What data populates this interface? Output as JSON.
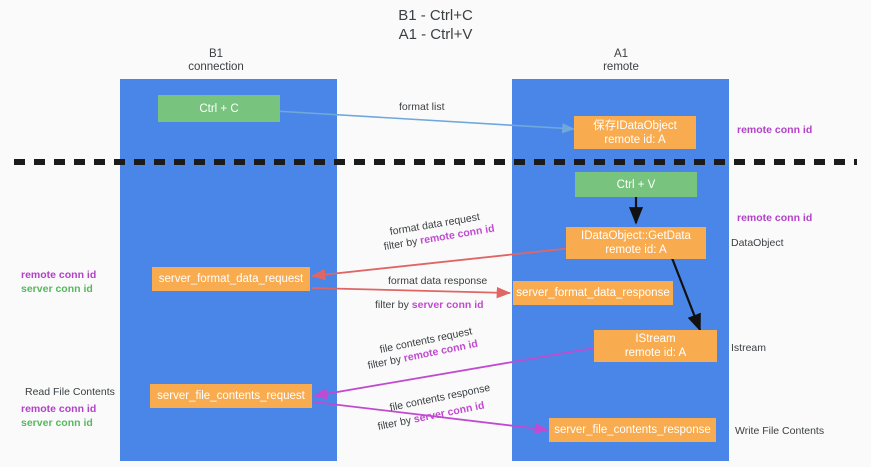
{
  "diagram": {
    "title": "B1 - Ctrl+C\nA1 - Ctrl+V",
    "colors": {
      "lane": "#4a86e8",
      "box_orange": "#f9ab50",
      "box_green": "#78c47e",
      "arrow_blue": "#6fa8dc",
      "arrow_red": "#e06666",
      "arrow_magenta": "#c14bd0",
      "arrow_black": "#000000",
      "text_purple": "#b341c8",
      "text_green": "#57b85f",
      "background": "#fafafa"
    },
    "lanes": [
      {
        "id": "b1",
        "header": "B1\nconnection"
      },
      {
        "id": "a1",
        "header": "A1\nremote"
      }
    ],
    "nodes": [
      {
        "id": "ctrl-c",
        "line1": "Ctrl + C",
        "line2": "",
        "style": "green"
      },
      {
        "id": "save-idataobject",
        "line1": "保存IDataObject",
        "line2": "remote id: A",
        "style": "orange"
      },
      {
        "id": "ctrl-v",
        "line1": "Ctrl + V",
        "line2": "",
        "style": "green"
      },
      {
        "id": "idataobject-getdata",
        "line1": "IDataObject::GetData",
        "line2": "remote id: A",
        "style": "orange"
      },
      {
        "id": "server-format-data-request",
        "line1": "server_format_data_request",
        "line2": "",
        "style": "orange"
      },
      {
        "id": "server-format-data-response",
        "line1": "server_format_data_response",
        "line2": "",
        "style": "orange"
      },
      {
        "id": "istream",
        "line1": "IStream",
        "line2": "remote id: A",
        "style": "orange"
      },
      {
        "id": "server-file-contents-request",
        "line1": "server_file_contents_request",
        "line2": "",
        "style": "orange"
      },
      {
        "id": "server-file-contents-response",
        "line1": "server_file_contents_response",
        "line2": "",
        "style": "orange"
      }
    ],
    "edge_labels": {
      "format_list": "format list",
      "format_data_request": "format data request",
      "format_data_request_filter_prefix": "filter by ",
      "format_data_request_filter_key": "remote conn id",
      "format_data_response": "format data response",
      "format_data_response_filter_prefix": "filter by ",
      "format_data_response_filter_key": "server conn id",
      "file_contents_request": "file contents request",
      "file_contents_request_filter_prefix": "filter by ",
      "file_contents_request_filter_key": "remote conn id",
      "file_contents_response": "file contents response",
      "file_contents_response_filter_prefix": "filter by ",
      "file_contents_response_filter_key": "server conn id"
    },
    "annotations": {
      "right_top_remote_conn_id": "remote conn id",
      "right_mid_remote_conn_id": "remote conn id",
      "right_dataobject": "DataObject",
      "right_istream": "Istream",
      "right_write_file_contents": "Write File Contents",
      "left_remote_conn_id": "remote conn id",
      "left_server_conn_id": "server conn id",
      "left_read_file_contents": "Read File Contents",
      "left_remote_conn_id_2": "remote conn id",
      "left_server_conn_id_2": "server conn id"
    }
  }
}
